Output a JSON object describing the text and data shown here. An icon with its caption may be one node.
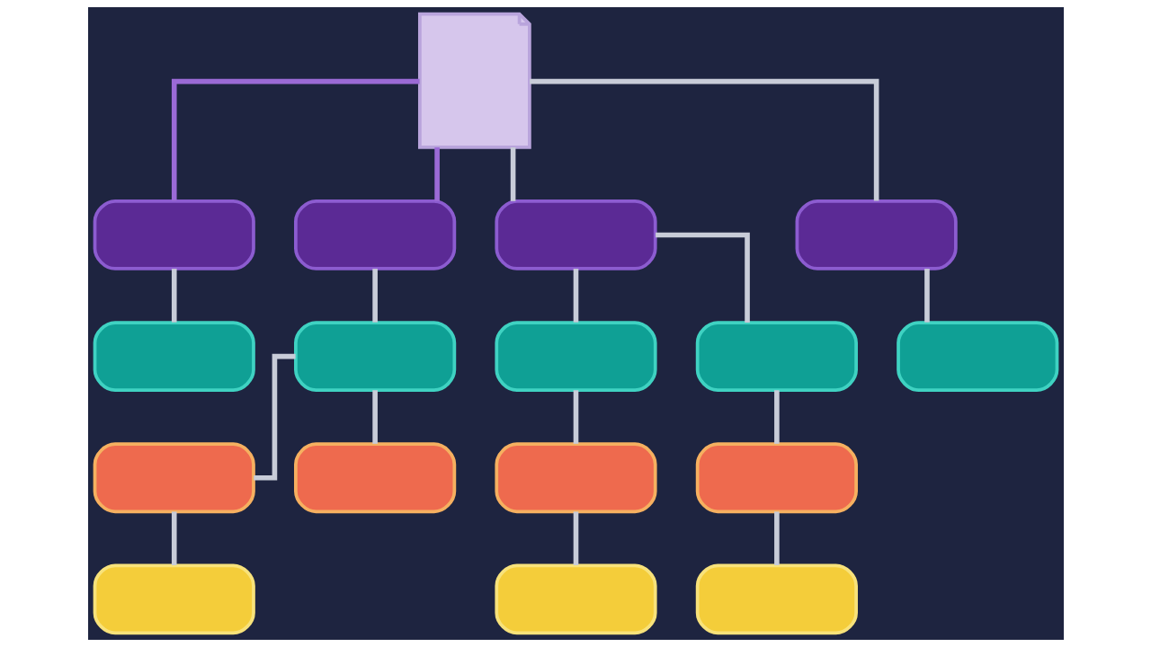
{
  "diagram": {
    "nodes": [
      {
        "text": [],
        "shape": "document"
      },
      {
        "text": [],
        "shape": "bubble"
      },
      {
        "text": [],
        "shape": "bubble"
      },
      {
        "text": [],
        "shape": "bubble"
      },
      {
        "text": [],
        "shape": "bubble"
      },
      {
        "text": [],
        "shape": "bubble"
      },
      {
        "text": [],
        "shape": "bubble"
      },
      {
        "text": [],
        "shape": "bubble"
      },
      {
        "text": [],
        "shape": "bubble"
      },
      {
        "text": [],
        "shape": "bubble"
      },
      {
        "text": [],
        "shape": "bubble"
      },
      {
        "text": [],
        "shape": "bubble"
      },
      {
        "text": [],
        "shape": "bubble"
      },
      {
        "text": [],
        "shape": "bubble"
      },
      {
        "text": [],
        "shape": "bubble"
      },
      {
        "text": [],
        "shape": "bubble"
      },
      {
        "text": [],
        "shape": "bubble"
      }
    ],
    "edges": [
      {
        "from": 0,
        "to": 1,
        "arrow": "none",
        "color": "#9b6ad6"
      },
      {
        "from": 0,
        "to": 2,
        "arrow": "none",
        "color": "#9b6ad6"
      },
      {
        "from": 0,
        "to": 3,
        "arrow": "none"
      },
      {
        "from": 0,
        "to": 4,
        "arrow": "none"
      },
      {
        "from": 1,
        "to": 5,
        "arrow": "none"
      },
      {
        "from": 2,
        "to": 6,
        "arrow": "none"
      },
      {
        "from": 3,
        "to": 7,
        "arrow": "none"
      },
      {
        "from": 3,
        "to": 8,
        "arrow": "none"
      },
      {
        "from": 4,
        "to": 9,
        "arrow": "none"
      },
      {
        "from": 6,
        "to": 10,
        "arrow": "none"
      },
      {
        "from": 6,
        "to": 11,
        "arrow": "none"
      },
      {
        "from": 7,
        "to": 12,
        "arrow": "none"
      },
      {
        "from": 8,
        "to": 13,
        "arrow": "none"
      },
      {
        "from": 10,
        "to": 14,
        "arrow": "none"
      },
      {
        "from": 12,
        "to": 15,
        "arrow": "none"
      },
      {
        "from": 13,
        "to": 16,
        "arrow": "none"
      }
    ]
  }
}
